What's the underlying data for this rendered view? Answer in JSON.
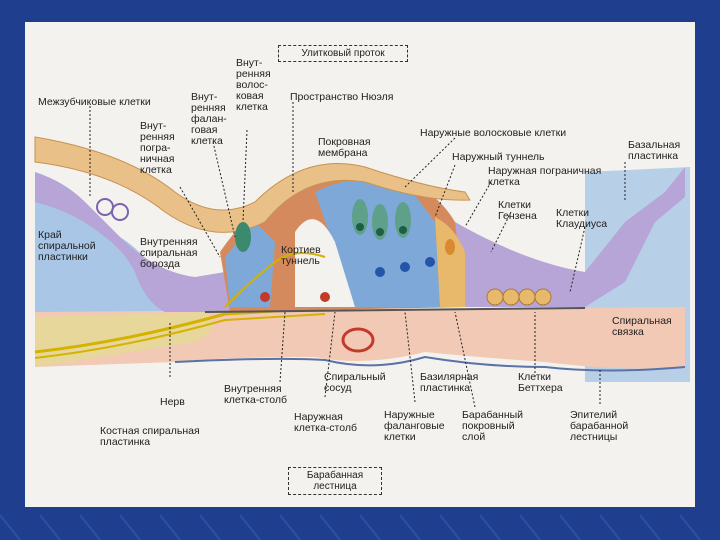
{
  "title_box": "Улитковый проток",
  "bottom_box": "Барабанная\nлестница",
  "labels": {
    "interdental": "Межзубчиковые клетки",
    "inner_phalangeal": "Внут-\nренняя\nфалан-\nговая\nклетка",
    "inner_hair": "Внут-\nренняя\nволос-\nковая\nклетка",
    "nuel_space": "Пространство Нюэля",
    "inner_border": "Внут-\nренняя\nпогра-\nничная\nклетка",
    "tectorial": "Покровная\nмембрана",
    "outer_hair": "Наружные волосковые клетки",
    "basal_lamina": "Базальная\nпластинка",
    "outer_tunnel": "Наружный туннель",
    "outer_border": "Наружная пограничная\nклетка",
    "hensen": "Клетки\nГензена",
    "claudius": "Клетки\nКлаудиуса",
    "spiral_limb_edge": "Край\nспиральной\nпластинки",
    "inner_spiral_sulcus": "Внутренняя\nспиральная\nборозда",
    "corti_tunnel": "Кортиев\nтуннель",
    "spiral_ligament": "Спиральная\nсвязка",
    "inner_pillar": "Внутренняя\nклетка-столб",
    "nerve": "Нерв",
    "spiral_vessel": "Спиральный\nсосуд",
    "basilar": "Базилярная\nпластинка",
    "boettcher": "Клетки\nБеттхера",
    "outer_pillar": "Наружная\nклетка-столб",
    "outer_phalangeal": "Наружные\nфаланговые\nклетки",
    "tympanic_cover": "Барабанный\nпокровный\nслой",
    "tympanic_epithelium": "Эпителий\nбарабанной\nлестницы",
    "bony_lamina": "Костная спиральная\nпластинка"
  }
}
